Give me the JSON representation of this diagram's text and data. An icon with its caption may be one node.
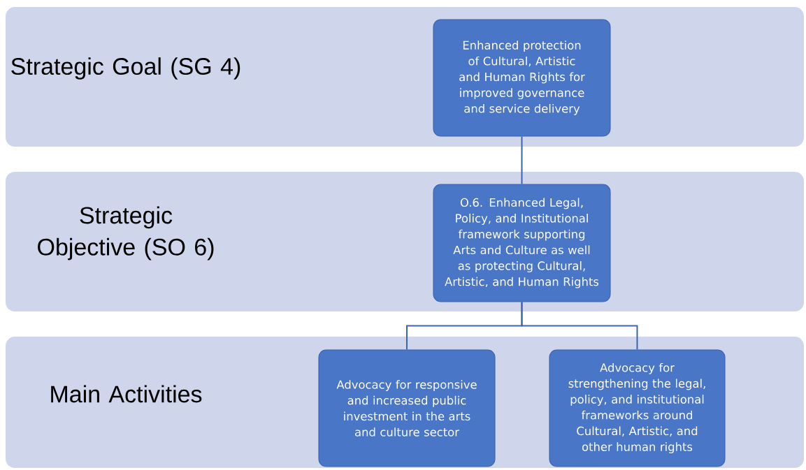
{
  "diagram": {
    "nodes": [
      {
        "text": [
          "Strategic Goal (SG 4)"
        ]
      },
      {
        "text": [
          "Enhanced protection of Cultural, Artistic and Human Rights for improved governance and service delivery"
        ],
        "in": 0
      },
      {
        "text": [
          "Strategic Objective (SO 6)"
        ]
      },
      {
        "text": [
          "O.6. Enhanced Legal, Policy, and Institutional framework supporting Arts and Culture as well as protecting Cultural, Artistic, and Human Rights"
        ],
        "in": 2
      },
      {
        "text": [
          "Main Activities"
        ]
      },
      {
        "text": [
          "Advocacy for responsive and increased public investment in the arts and culture sector"
        ],
        "in": 4
      },
      {
        "text": [
          "Advocacy for strengthening the legal, policy, and institutional frameworks around Cultural, Artistic, and other human rights"
        ],
        "in": 4
      }
    ],
    "edges": [
      {
        "from": 1,
        "to": 3,
        "arrow": "none"
      },
      {
        "from": 3,
        "to": 5,
        "arrow": "none"
      },
      {
        "from": 3,
        "to": 6,
        "arrow": "none"
      }
    ]
  }
}
